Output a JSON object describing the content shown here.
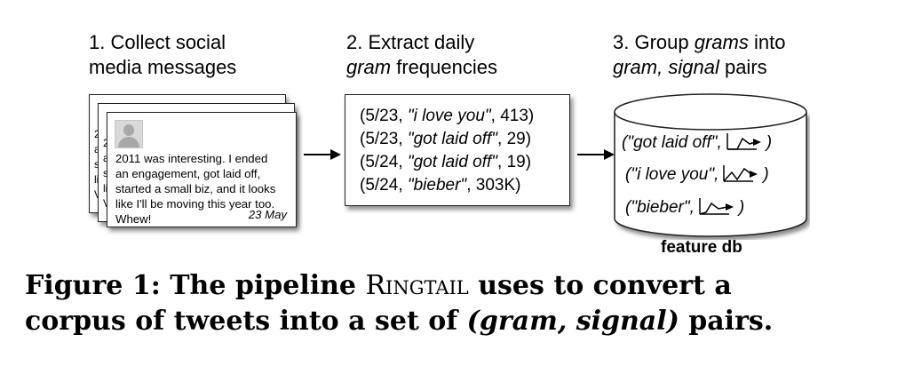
{
  "steps": [
    {
      "line1": "1. Collect social",
      "line2": "media messages"
    },
    {
      "line1": "2. Extract daily",
      "line2_italic": "gram",
      "line2_rest": " frequencies"
    },
    {
      "line1_pre": "3. Group ",
      "line1_italic": "grams",
      "line1_post": " into",
      "line2_italic": "gram, signal",
      "line2_rest": " pairs"
    }
  ],
  "tweet": {
    "text_lines": [
      "2011 was interesting. I ended",
      "an engagement, got laid off,",
      "started a small biz, and it looks",
      "like I'll be moving this year too.",
      "Whew!"
    ],
    "date": "23 May"
  },
  "frequencies": [
    {
      "date": "5/23",
      "gram": "\"i love you\"",
      "count": "413"
    },
    {
      "date": "5/23",
      "gram": "\"got laid off\"",
      "count": "29"
    },
    {
      "date": "5/24",
      "gram": "\"got laid off\"",
      "count": "19"
    },
    {
      "date": "5/24",
      "gram": "\"bieber\"",
      "count": "303K"
    }
  ],
  "pairs": [
    {
      "gram": "\"got laid off\""
    },
    {
      "gram": "\"i love you\""
    },
    {
      "gram": "\"bieber\""
    }
  ],
  "db_label": "feature db",
  "caption": {
    "line1_a": "Figure 1:  The pipeline ",
    "system": "Ringtail",
    "line1_b": " uses to convert a",
    "line2_a": "corpus of tweets into a set of ",
    "line2_italic": "(gram, signal)",
    "line2_b": " pairs."
  }
}
